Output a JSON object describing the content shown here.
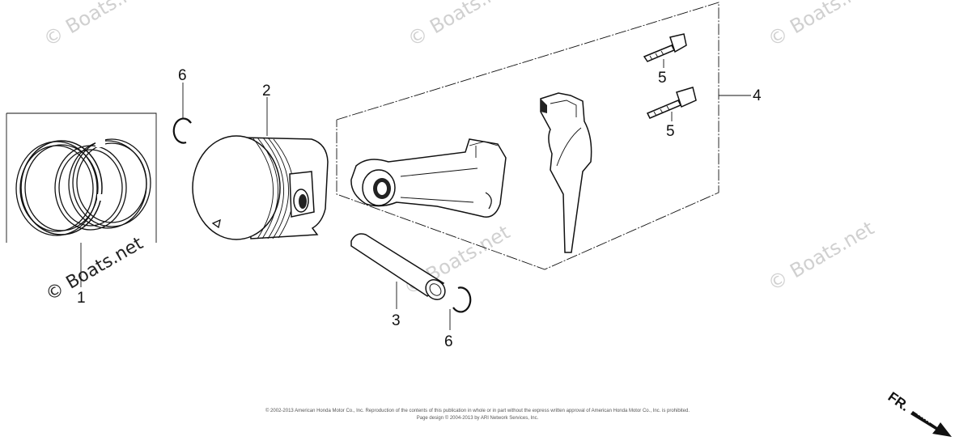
{
  "watermark": {
    "text": "© Boats.net"
  },
  "callouts": {
    "piston_rings": "1",
    "piston": "2",
    "piston_pin": "3",
    "connecting_rod": "4",
    "rod_bolt_upper": "5",
    "rod_bolt_lower": "5",
    "clip_upper": "6",
    "clip_lower": "6"
  },
  "footer": {
    "line1": "© 2002-2013 American Honda Motor Co., Inc. Reproduction of the contents of this publication in whole or in part without the express written approval of American Honda Motor Co., Inc. is prohibited.",
    "line2": "Page design © 2004-2013 by ARI Network Services, Inc."
  },
  "direction_marker": {
    "label": "FR."
  }
}
